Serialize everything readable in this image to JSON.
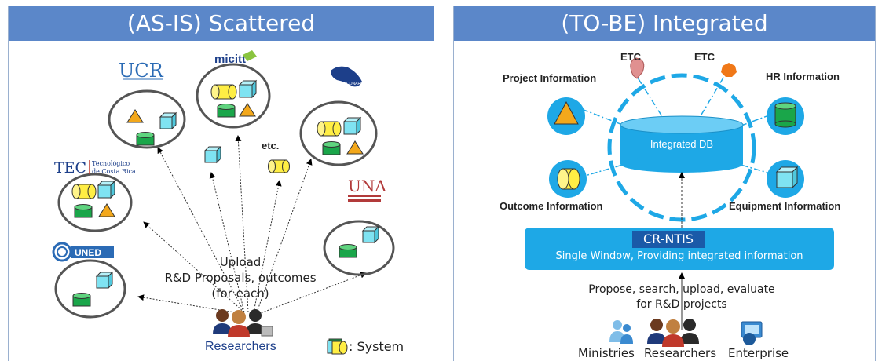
{
  "left": {
    "title": "(AS-IS) Scattered",
    "logos": {
      "ucr": "UCR",
      "micitt": "micitt",
      "conare": "CONARE",
      "tec": "TEC",
      "tec_sub1": "Tecnológico",
      "tec_sub2": "de Costa Rica",
      "uned": "UNED",
      "una": "UNA"
    },
    "etc_label": "etc.",
    "center_text": [
      "Upload",
      "R&D  Proposals, outcomes",
      "(for each)"
    ],
    "researchers_label": "Researchers",
    "legend_label": ": System"
  },
  "right": {
    "title": "(TO-BE) Integrated",
    "db_label": "Integrated   DB",
    "etc_labels": [
      "ETC",
      "ETC"
    ],
    "info_labels": {
      "project": "Project Information",
      "hr": "HR Information",
      "outcome": "Outcome Information",
      "equipment": "Equipment Information"
    },
    "crntis_title": "CR-NTIS",
    "crntis_subtitle": "Single  Window,  Providing  integrated  information",
    "action_text": [
      "Propose,  search,  upload,  evaluate",
      "for R&D  projects"
    ],
    "actors": [
      "Ministries",
      "Researchers",
      "Enterprise"
    ]
  },
  "colors": {
    "header": "#5b87c9",
    "cyan": "#7fe3f2",
    "yellow": "#ffee44",
    "green": "#1aa64a",
    "orange": "#f3a81b",
    "blue": "#1ea8e6"
  }
}
